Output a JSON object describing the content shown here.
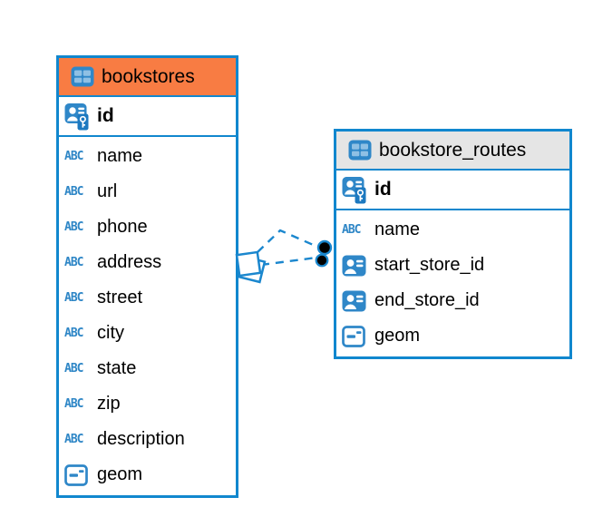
{
  "tables": [
    {
      "name": "bookstores",
      "header_style": "orange",
      "header_color": "#F87C43",
      "primary_key": {
        "name": "id",
        "icon": "primary-key"
      },
      "columns": [
        {
          "name": "name",
          "icon": "text"
        },
        {
          "name": "url",
          "icon": "text"
        },
        {
          "name": "phone",
          "icon": "text"
        },
        {
          "name": "address",
          "icon": "text"
        },
        {
          "name": "street",
          "icon": "text"
        },
        {
          "name": "city",
          "icon": "text"
        },
        {
          "name": "state",
          "icon": "text"
        },
        {
          "name": "zip",
          "icon": "text"
        },
        {
          "name": "description",
          "icon": "text"
        },
        {
          "name": "geom",
          "icon": "geometry"
        }
      ]
    },
    {
      "name": "bookstore_routes",
      "header_style": "gray",
      "header_color": "#E5E5E5",
      "primary_key": {
        "name": "id",
        "icon": "primary-key"
      },
      "columns": [
        {
          "name": "name",
          "icon": "text"
        },
        {
          "name": "start_store_id",
          "icon": "reference"
        },
        {
          "name": "end_store_id",
          "icon": "reference"
        },
        {
          "name": "geom",
          "icon": "geometry"
        }
      ]
    }
  ],
  "icons": {
    "text_type_label": "ABC"
  },
  "relationship": {
    "from_table": "bookstores",
    "to_table": "bookstore_routes",
    "line_style": "dashed",
    "line_count": 2,
    "line_color": "#1B87CE"
  },
  "colors": {
    "table_border": "#1187CE",
    "icon_blue": "#2F87C8",
    "header_orange": "#F87C43",
    "header_gray": "#E5E5E5",
    "background": "#FFFFFF"
  }
}
